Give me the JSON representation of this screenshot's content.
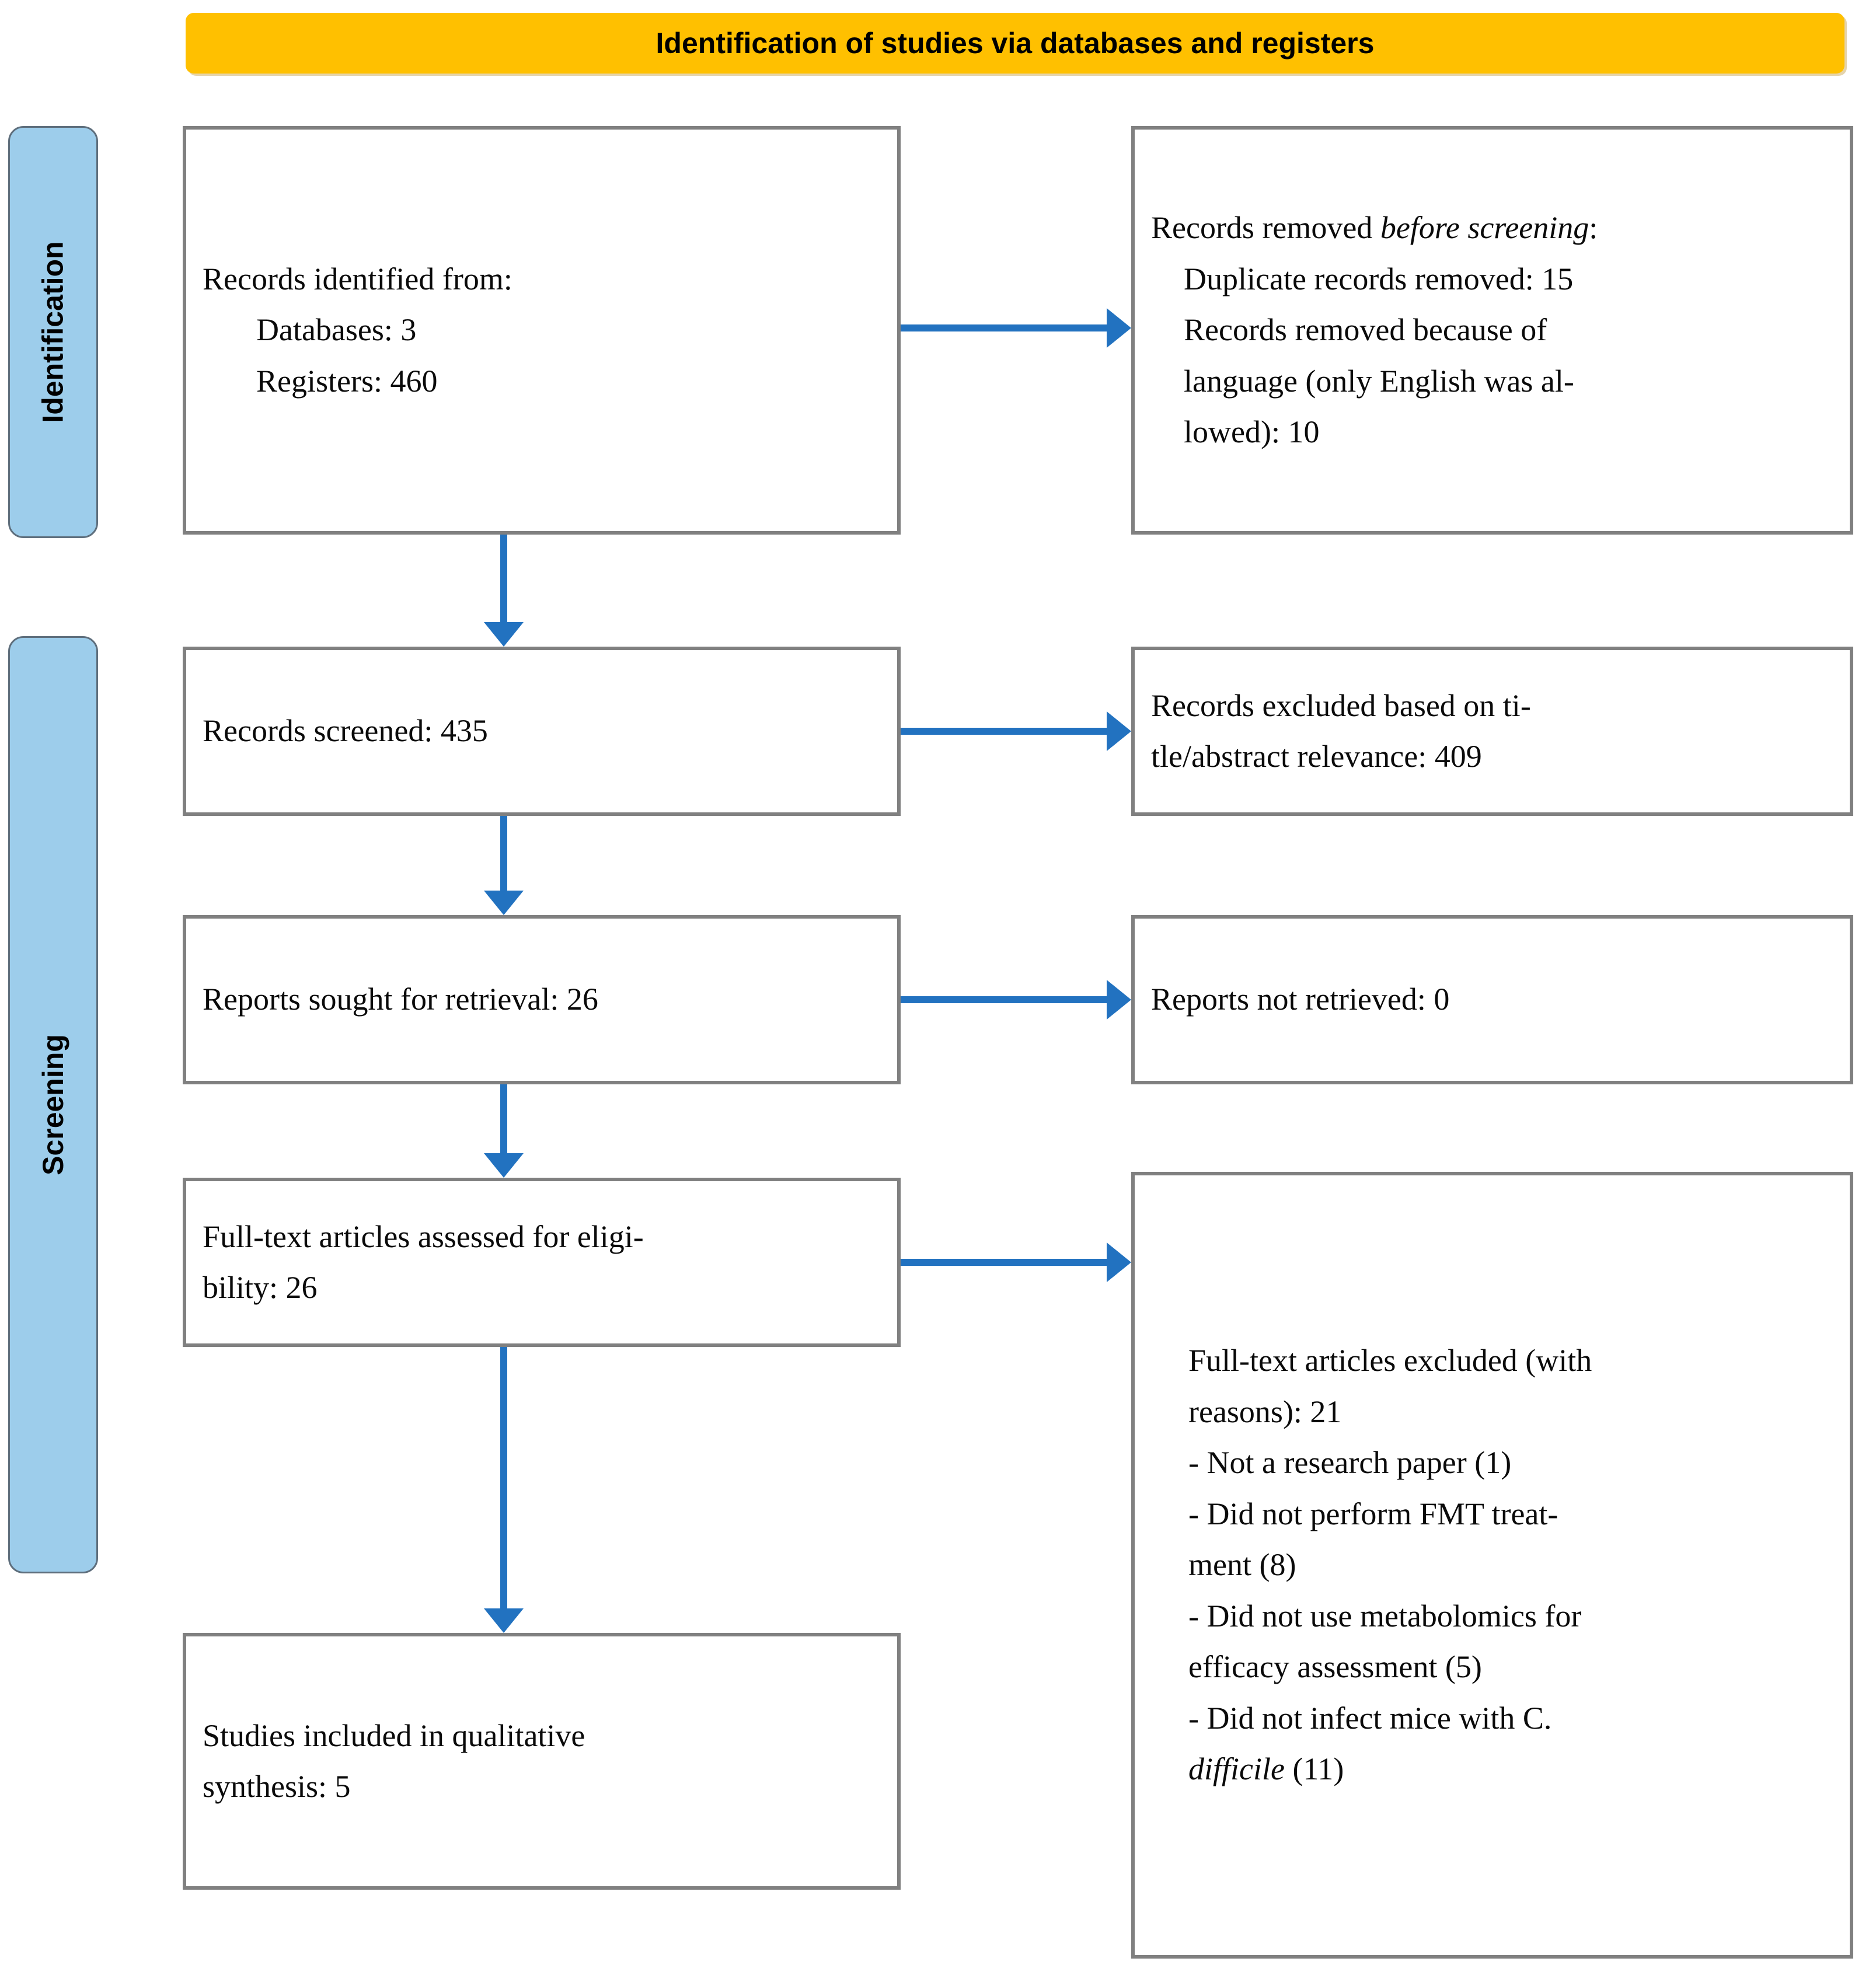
{
  "banner": {
    "title": "Identification of studies via databases and registers",
    "background_color": "#FFC000"
  },
  "stages": [
    {
      "id": "identification",
      "label": "Identification",
      "background_color": "#9DCDEB"
    },
    {
      "id": "screening",
      "label": "Screening",
      "background_color": "#9DCDEB"
    }
  ],
  "arrow_color": "#2272C0",
  "box_border_color": "#808080",
  "boxes": {
    "identified": {
      "heading": "Records identified from:",
      "items": [
        "Databases: 3",
        "Registers: 460"
      ]
    },
    "removed_before_screening": {
      "heading_prefix": "Records removed ",
      "heading_italic": "before screening",
      "heading_suffix": ":",
      "items": [
        "Duplicate records removed: 15",
        "Records removed because of",
        "language (only English was al-",
        "lowed): 10"
      ]
    },
    "screened": {
      "text": "Records screened: 435"
    },
    "excluded_title_abstract": {
      "lines": [
        "Records excluded based on ti-",
        "tle/abstract relevance: 409"
      ]
    },
    "sought_for_retrieval": {
      "text": "Reports sought for retrieval: 26"
    },
    "not_retrieved": {
      "text": "Reports not retrieved: 0"
    },
    "fulltext_assessed": {
      "lines": [
        "Full-text articles assessed for eligi-",
        "bility: 26"
      ]
    },
    "fulltext_excluded": {
      "lines": [
        "Full-text articles excluded (with",
        "reasons): 21",
        "- Not a research paper (1)",
        "- Did not perform FMT treat-",
        "ment (8)",
        "- Did not use metabolomics for",
        "efficacy assessment (5)",
        "- Did not infect mice with C."
      ],
      "last_line_italic": "difficile",
      "last_line_suffix": " (11)"
    },
    "included": {
      "lines": [
        "Studies included in qualitative",
        "synthesis: 5"
      ]
    }
  },
  "flow_data": {
    "type": "prisma-flow",
    "records_identified_databases": 3,
    "records_identified_registers": 460,
    "duplicate_records_removed": 15,
    "records_removed_language": 10,
    "records_screened": 435,
    "records_excluded_title_abstract": 409,
    "reports_sought_for_retrieval": 26,
    "reports_not_retrieved": 0,
    "fulltext_assessed_for_eligibility": 26,
    "fulltext_excluded_total": 21,
    "exclusion_reasons": [
      {
        "reason": "Not a research paper",
        "count": 1
      },
      {
        "reason": "Did not perform FMT treatment",
        "count": 8
      },
      {
        "reason": "Did not use metabolomics for efficacy assessment",
        "count": 5
      },
      {
        "reason": "Did not infect mice with C. difficile",
        "count": 11
      }
    ],
    "studies_included_qualitative_synthesis": 5
  }
}
